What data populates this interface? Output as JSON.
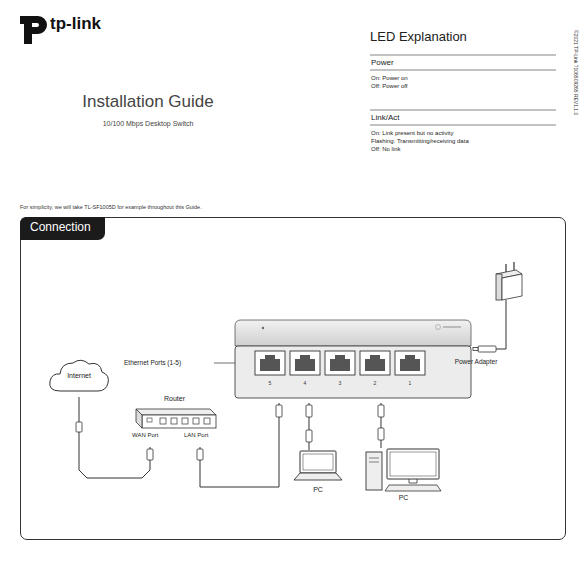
{
  "diagram": {
    "title": "Installation Guide",
    "nodes": [
      {
        "text": [
          "Connection"
        ]
      },
      {
        "text": [
          "Internet"
        ],
        "in": 0
      },
      {
        "text": [
          "Router",
          "WAN Port",
          "LAN Port"
        ],
        "in": 0
      },
      {
        "text": [
          "5",
          "4",
          "3",
          "2",
          "1"
        ],
        "in": 0
      },
      {
        "text": [
          "Power Adapter"
        ],
        "in": 0
      },
      {
        "text": [
          "PC"
        ],
        "in": 0
      },
      {
        "text": [
          "PC"
        ],
        "in": 0
      }
    ],
    "edges": [
      {
        "from": 1,
        "to": 2,
        "arrow": "none"
      },
      {
        "from": 2,
        "to": 3,
        "arrow": "none"
      },
      {
        "from": 3,
        "to": 5,
        "arrow": "none"
      },
      {
        "from": 3,
        "to": 6,
        "arrow": "none"
      },
      {
        "from": 4,
        "to": 3,
        "arrow": "none"
      }
    ],
    "labels": [
      "tp-link",
      "10/100 Mbps Desktop Switch",
      "LED Explanation",
      "Power",
      "On: Power on",
      "Off: Power off",
      "Link/Act",
      "On: Link present but no activity",
      "Flashing: Transmitting/receiving data",
      "Off: No link",
      "©2021 TP-Link 7106509265 REV1.1.0",
      "For simplicity, we will take TL-SF1005D for example throughout this Guide.",
      "Ethernet Ports (1-5)"
    ]
  }
}
